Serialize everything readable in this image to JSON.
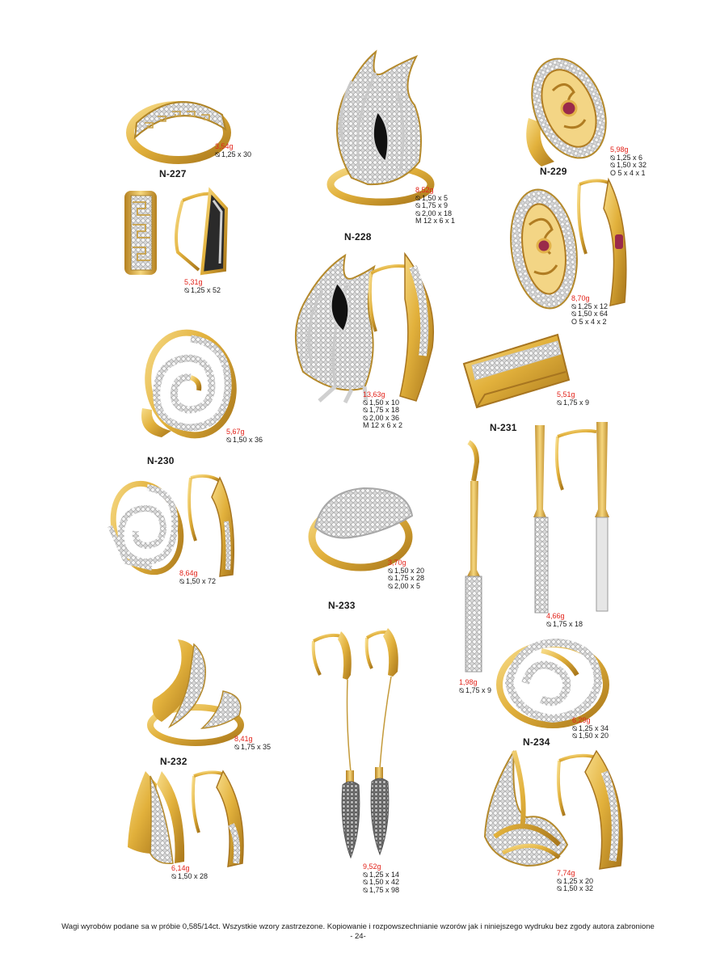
{
  "products": [
    {
      "id": "N-227",
      "items": [
        {
          "kind": "ring",
          "weight": "3,54g",
          "specs": [
            "1,25 x 30"
          ]
        },
        {
          "kind": "earrings",
          "weight": "5,31g",
          "specs": [
            "1,25 x 52"
          ]
        }
      ]
    },
    {
      "id": "N-228",
      "items": [
        {
          "kind": "ring",
          "weight": "8,52g",
          "specs": [
            "1,50 x 5",
            "1,75 x 9",
            "2,00 x 18",
            "M 12 x 6 x 1"
          ]
        },
        {
          "kind": "earrings",
          "weight": "13,63g",
          "specs": [
            "1,50 x 10",
            "1,75 x 18",
            "2,00 x 36",
            "M 12 x 6 x 2"
          ]
        }
      ]
    },
    {
      "id": "N-229",
      "items": [
        {
          "kind": "ring",
          "weight": "5,98g",
          "specs": [
            "1,25 x 6",
            "1,50 x 32",
            "O 5 x 4 x 1"
          ]
        },
        {
          "kind": "earrings",
          "weight": "8,70g",
          "specs": [
            "1,25 x 12",
            "1,50 x 64",
            "O 5 x 4 x 2"
          ]
        }
      ]
    },
    {
      "id": "N-230",
      "items": [
        {
          "kind": "ring",
          "weight": "5,67g",
          "specs": [
            "1,50 x 36"
          ]
        },
        {
          "kind": "earrings",
          "weight": "8,64g",
          "specs": [
            "1,50 x 72"
          ]
        }
      ]
    },
    {
      "id": "N-231",
      "items": [
        {
          "kind": "ring",
          "weight": "5,51g",
          "specs": [
            "1,75 x 9"
          ]
        },
        {
          "kind": "pendant",
          "weight": "1,98g",
          "specs": [
            "1,75 x 9"
          ]
        },
        {
          "kind": "earrings",
          "weight": "4,66g",
          "specs": [
            "1,75 x 18"
          ]
        }
      ]
    },
    {
      "id": "N-232",
      "items": [
        {
          "kind": "ring",
          "weight": "8,41g",
          "specs": [
            "1,75 x 35"
          ]
        },
        {
          "kind": "earrings",
          "weight": "6,14g",
          "specs": [
            "1,50 x 28"
          ]
        }
      ]
    },
    {
      "id": "N-233",
      "items": [
        {
          "kind": "ring",
          "weight": "3,70g",
          "specs": [
            "1,50 x 20",
            "1,75 x 28",
            "2,00 x 5"
          ]
        },
        {
          "kind": "earrings",
          "weight": "9,52g",
          "specs": [
            "1,25 x 14",
            "1,50 x 42",
            "1,75 x 98"
          ]
        }
      ]
    },
    {
      "id": "N-234",
      "items": [
        {
          "kind": "ring",
          "weight": "6,29g",
          "specs": [
            "1,25 x 34",
            "1,50 x 20"
          ]
        },
        {
          "kind": "earrings",
          "weight": "7,74g",
          "specs": [
            "1,25 x 20",
            "1,50 x 32"
          ]
        }
      ]
    }
  ],
  "footer": {
    "note": "Wagi wyrobów podane sa w próbie 0,585/14ct.  Wszystkie wzory zastrzezone. Kopiowanie i rozpowszechnianie wzorów jak i niniejszego wydruku bez zgody autora zabronione",
    "page_number": "- 24-"
  },
  "symbols": {
    "diameter": "⦰"
  },
  "colors": {
    "weight_text": "#e2231a",
    "gold": "#e2b13c",
    "white_gold": "#e8e8e8",
    "onyx": "#111111",
    "ruby": "#9a2a4a"
  }
}
